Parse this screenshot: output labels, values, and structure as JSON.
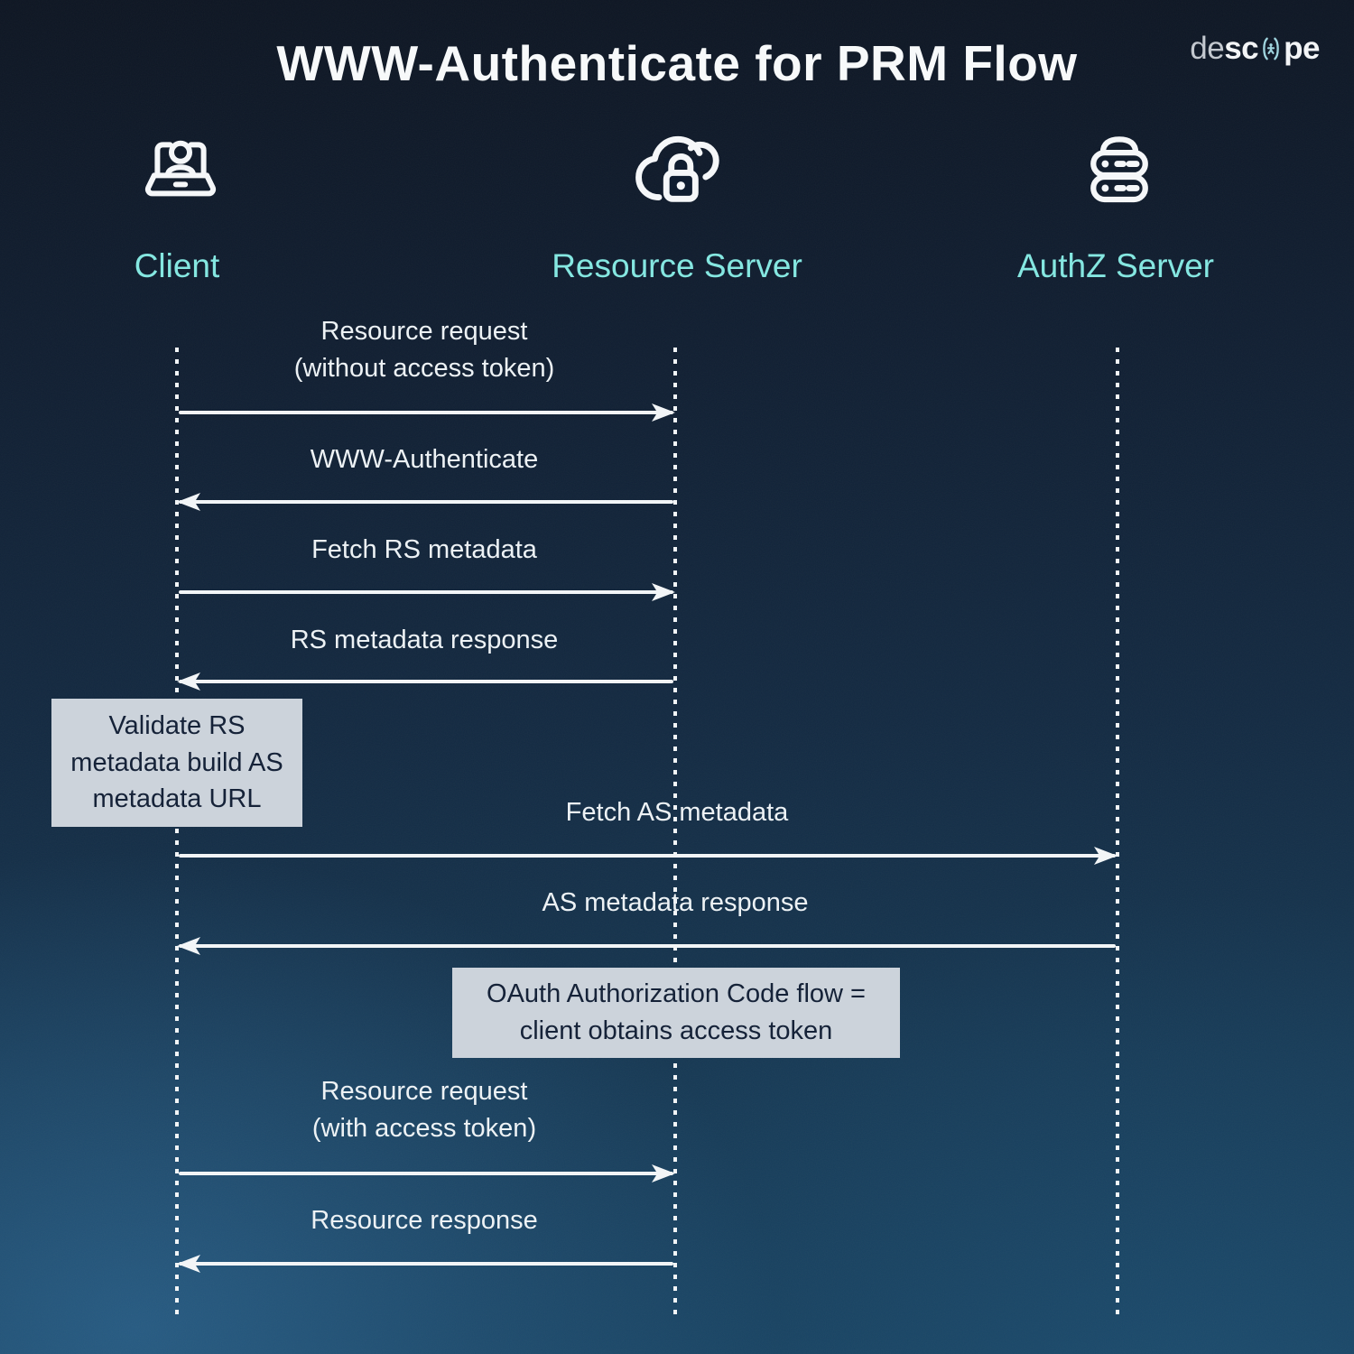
{
  "title": "WWW-Authenticate for PRM Flow",
  "logo": {
    "prefix": "de",
    "mid": "sc",
    "suffix": "pe"
  },
  "actors": [
    {
      "label": "Client",
      "icon": "laptop-user-icon"
    },
    {
      "label": "Resource Server",
      "icon": "cloud-lock-icon"
    },
    {
      "label": "AuthZ Server",
      "icon": "server-stack-icon"
    }
  ],
  "messages": [
    {
      "label": "Resource request\n(without access token)",
      "from": "Client",
      "to": "Resource Server",
      "direction": "right"
    },
    {
      "label": "WWW-Authenticate",
      "from": "Resource Server",
      "to": "Client",
      "direction": "left"
    },
    {
      "label": "Fetch RS metadata",
      "from": "Client",
      "to": "Resource Server",
      "direction": "right"
    },
    {
      "label": "RS metadata response",
      "from": "Resource Server",
      "to": "Client",
      "direction": "left"
    },
    {
      "label": "Fetch AS metadata",
      "from": "Client",
      "to": "AuthZ Server",
      "direction": "right"
    },
    {
      "label": "AS metadata response",
      "from": "AuthZ Server",
      "to": "Client",
      "direction": "left"
    },
    {
      "label": "Resource request\n(with access token)",
      "from": "Client",
      "to": "Resource Server",
      "direction": "right"
    },
    {
      "label": "Resource response",
      "from": "Resource Server",
      "to": "Client",
      "direction": "left"
    }
  ],
  "notes": [
    {
      "text": "Validate RS\nmetadata build AS\nmetadata URL",
      "attached_to": "Client"
    },
    {
      "text": "OAuth Authorization Code flow =\nclient obtains access token",
      "attached_to": "Resource Server"
    }
  ],
  "colors": {
    "background_top": "#0d1522",
    "background_bottom_left": "#1d4a6e",
    "actor_label": "#85e7e1",
    "line": "#f2f5f7",
    "note_background": "#ccd3db",
    "note_text": "#152238",
    "title_text": "#f7f9fa",
    "logo_mark": "#9fd4de"
  }
}
